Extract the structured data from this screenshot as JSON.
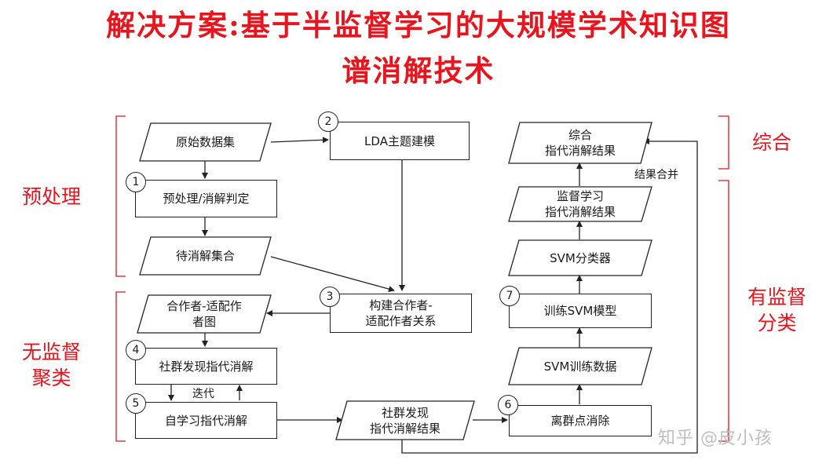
{
  "title": {
    "line1": "解决方案:基于半监督学习的大规模学术知识图",
    "line2": "谱消解技术"
  },
  "sections": {
    "preprocess": "预处理",
    "unsupervised_l1": "无监督",
    "unsupervised_l2": "聚类",
    "merge": "综合",
    "supervised_l1": "有监督",
    "supervised_l2": "分类"
  },
  "nodes": {
    "raw_dataset": "原始数据集",
    "lda": "LDA主题建模",
    "preprocess_judge": "预处理/消解判定",
    "pending_set": "待消解集合",
    "coauthor_graph_l1": "合作者-适配作",
    "coauthor_graph_l2": "者图",
    "build_relation_l1": "构建合作者-",
    "build_relation_l2": "适配作者关系",
    "community_detect": "社群发现指代消解",
    "self_learning": "自学习指代消解",
    "community_result_l1": "社群发现",
    "community_result_l2": "指代消解结果",
    "outlier_removal": "离群点消除",
    "svm_train_data": "SVM训练数据",
    "train_svm": "训练SVM模型",
    "svm_classifier": "SVM分类器",
    "supervised_result_l1": "监督学习",
    "supervised_result_l2": "指代消解结果",
    "final_result_l1": "综合",
    "final_result_l2": "指代消解结果"
  },
  "step_numbers": [
    "1",
    "2",
    "3",
    "4",
    "5",
    "6",
    "7"
  ],
  "labels": {
    "iterate": "迭代",
    "merge_results": "结果合并"
  },
  "watermark": "知乎 @皮小孩"
}
